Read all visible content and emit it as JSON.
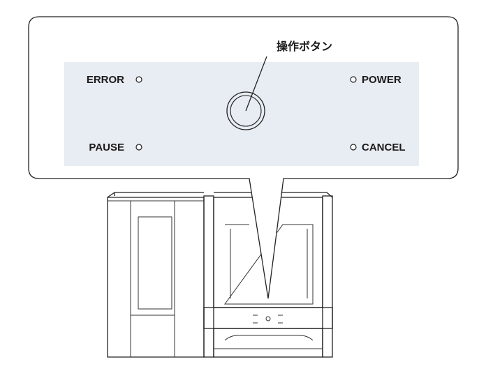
{
  "callout": {
    "title": "操作ボタン"
  },
  "panel": {
    "labels": {
      "error": "ERROR",
      "pause": "PAUSE",
      "power": "POWER",
      "cancel": "CANCEL"
    },
    "background_color": "#e8ecf3"
  },
  "colors": {
    "line": "#222222",
    "panel_background": "#e8ecf3"
  }
}
